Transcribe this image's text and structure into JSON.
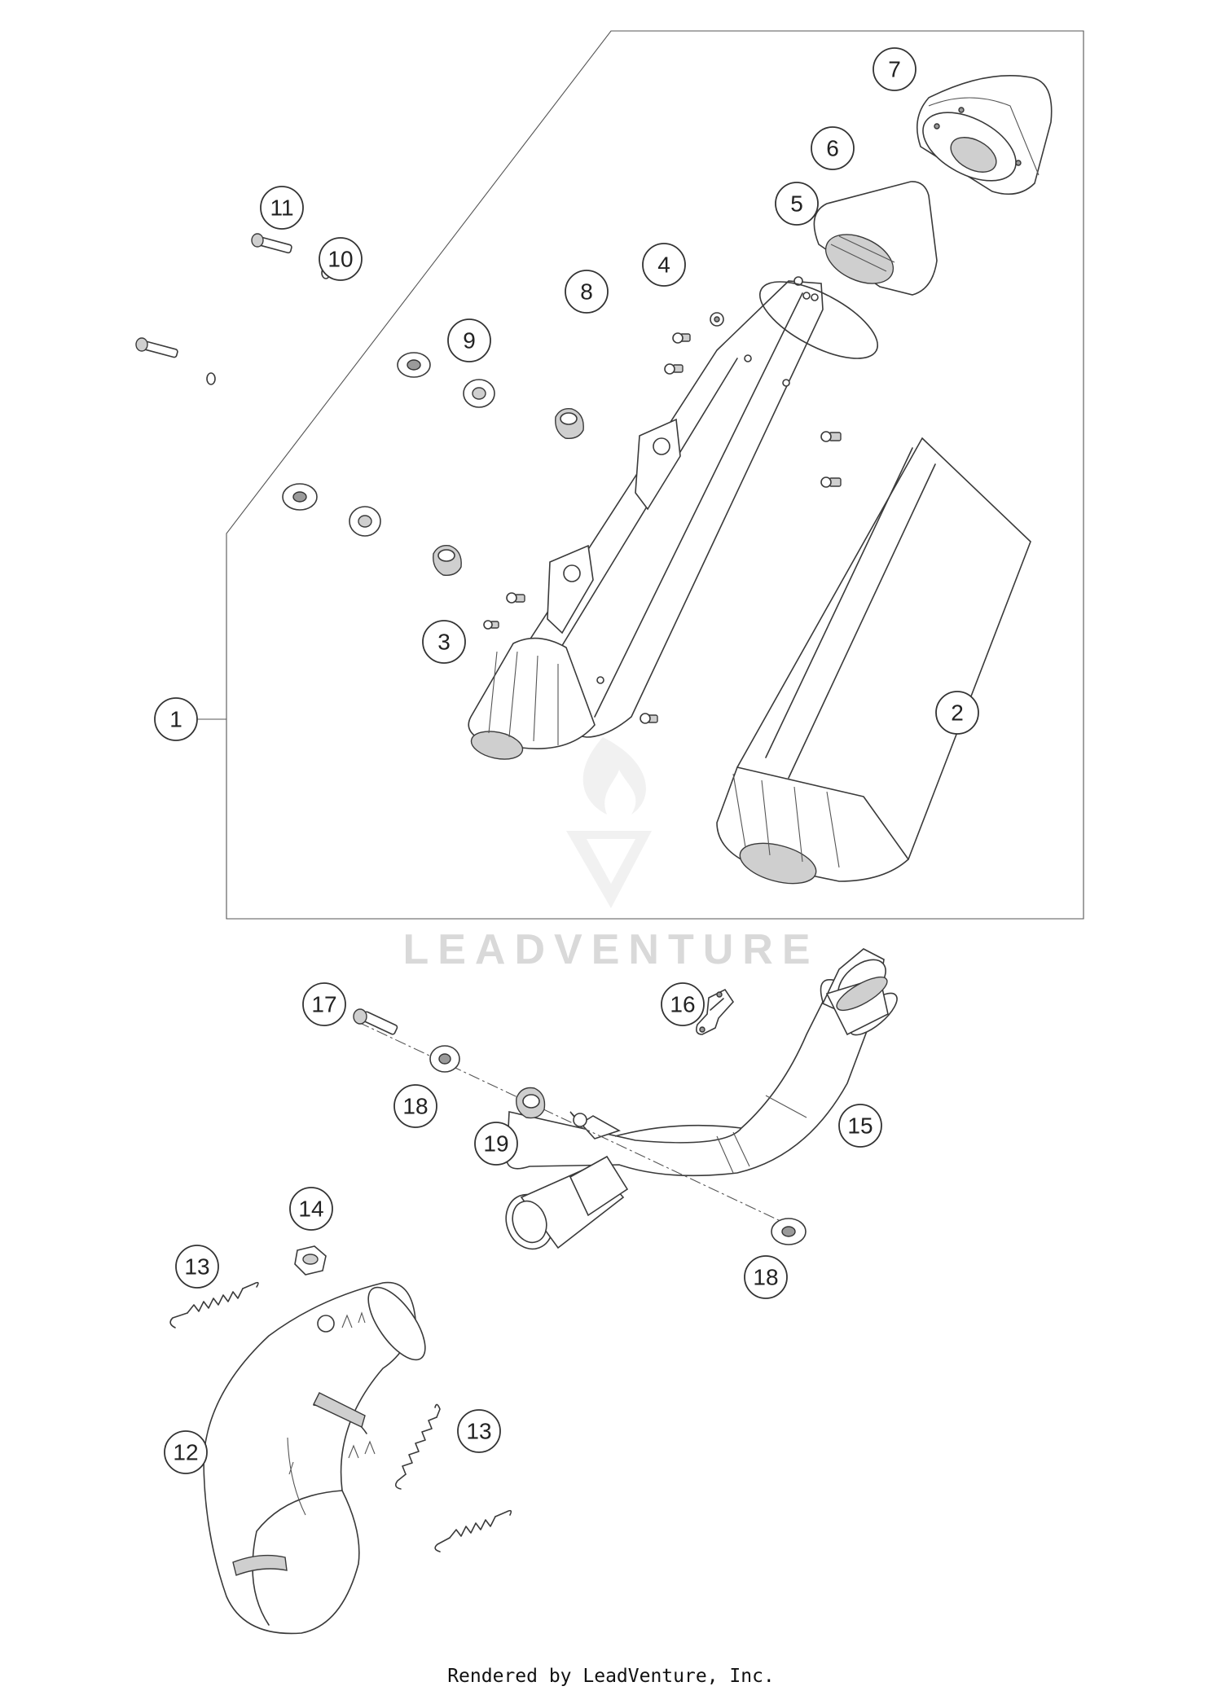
{
  "diagram": {
    "callouts": [
      {
        "id": "c1",
        "label": "1"
      },
      {
        "id": "c2",
        "label": "2"
      },
      {
        "id": "c3",
        "label": "3"
      },
      {
        "id": "c4",
        "label": "4"
      },
      {
        "id": "c5",
        "label": "5"
      },
      {
        "id": "c6",
        "label": "6"
      },
      {
        "id": "c7",
        "label": "7"
      },
      {
        "id": "c8",
        "label": "8"
      },
      {
        "id": "c9",
        "label": "9"
      },
      {
        "id": "c10",
        "label": "10"
      },
      {
        "id": "c11",
        "label": "11"
      },
      {
        "id": "c12",
        "label": "12"
      },
      {
        "id": "c13a",
        "label": "13"
      },
      {
        "id": "c13b",
        "label": "13"
      },
      {
        "id": "c14",
        "label": "14"
      },
      {
        "id": "c15",
        "label": "15"
      },
      {
        "id": "c16",
        "label": "16"
      },
      {
        "id": "c17",
        "label": "17"
      },
      {
        "id": "c18a",
        "label": "18"
      },
      {
        "id": "c18b",
        "label": "18"
      },
      {
        "id": "c19",
        "label": "19"
      }
    ]
  },
  "watermark": {
    "text": "LEADVENTURE"
  },
  "footer": {
    "credit": "Rendered by LeadVenture, Inc."
  }
}
